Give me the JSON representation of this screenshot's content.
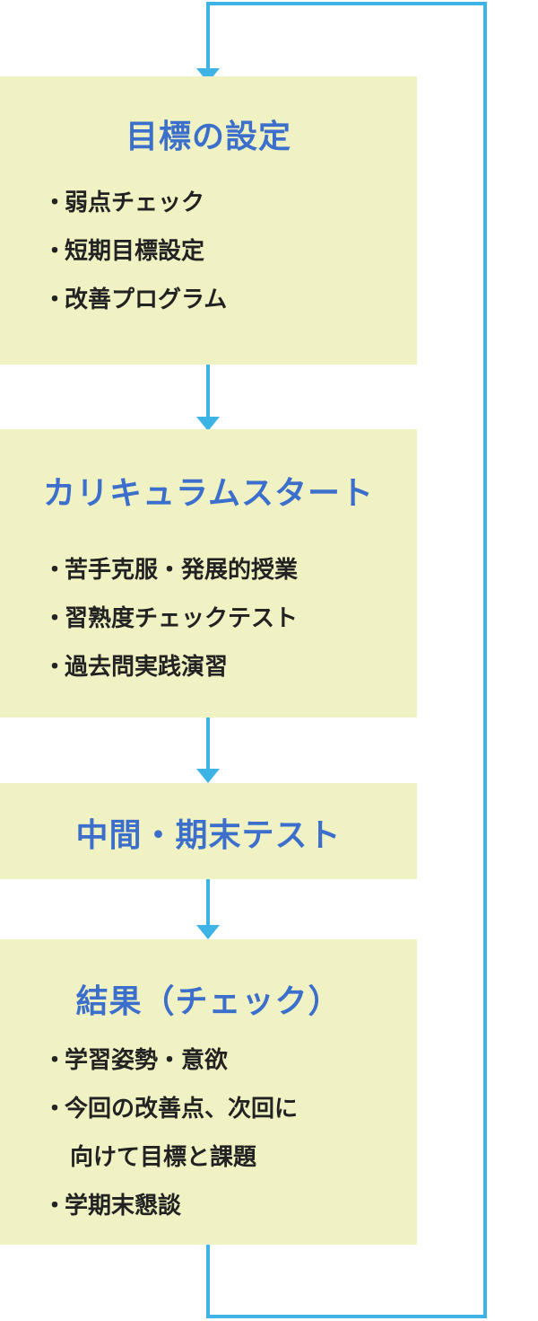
{
  "colors": {
    "box_bg": "#f1f2c3",
    "title": "#3b6fcb",
    "line": "#3db3e6",
    "text": "#222222"
  },
  "bullet": "・",
  "steps": [
    {
      "title": "目標の設定",
      "items": [
        "弱点チェック",
        "短期目標設定",
        "改善プログラム"
      ]
    },
    {
      "title": "カリキュラムスタート",
      "items": [
        "苦手克服・発展的授業",
        "習熟度チェックテスト",
        "過去問実践演習"
      ]
    },
    {
      "title": "中間・期末テスト",
      "items": []
    },
    {
      "title": "結果（チェック）",
      "items": [
        "学習姿勢・意欲",
        "今回の改善点、次回に",
        "向けて目標と課題",
        "学期末懇談"
      ]
    }
  ]
}
